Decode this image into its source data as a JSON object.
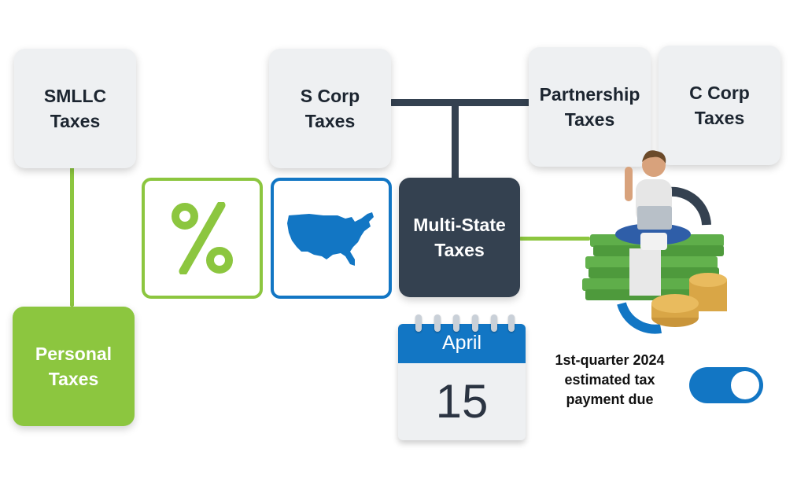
{
  "cards": {
    "smllc": "SMLLC\nTaxes",
    "scorp": "S Corp\nTaxes",
    "partnership": "Partnership\nTaxes",
    "ccorp": "C Corp\nTaxes",
    "multistate": "Multi-State\nTaxes",
    "personal": "Personal\nTaxes"
  },
  "icons": {
    "percent": "percent-icon",
    "usa_map": "usa-map-icon",
    "calendar": "calendar-icon",
    "person": "person-on-money-illustration"
  },
  "symbols": {
    "percent": "%"
  },
  "calendar": {
    "month": "April",
    "day": "15"
  },
  "notice": {
    "text": "1st-quarter 2024\nestimated tax\npayment due"
  },
  "toggle": {
    "state": "on"
  },
  "colors": {
    "green": "#8cc63f",
    "blue": "#1276c4",
    "dark": "#344150",
    "card_bg": "#eef0f2"
  }
}
